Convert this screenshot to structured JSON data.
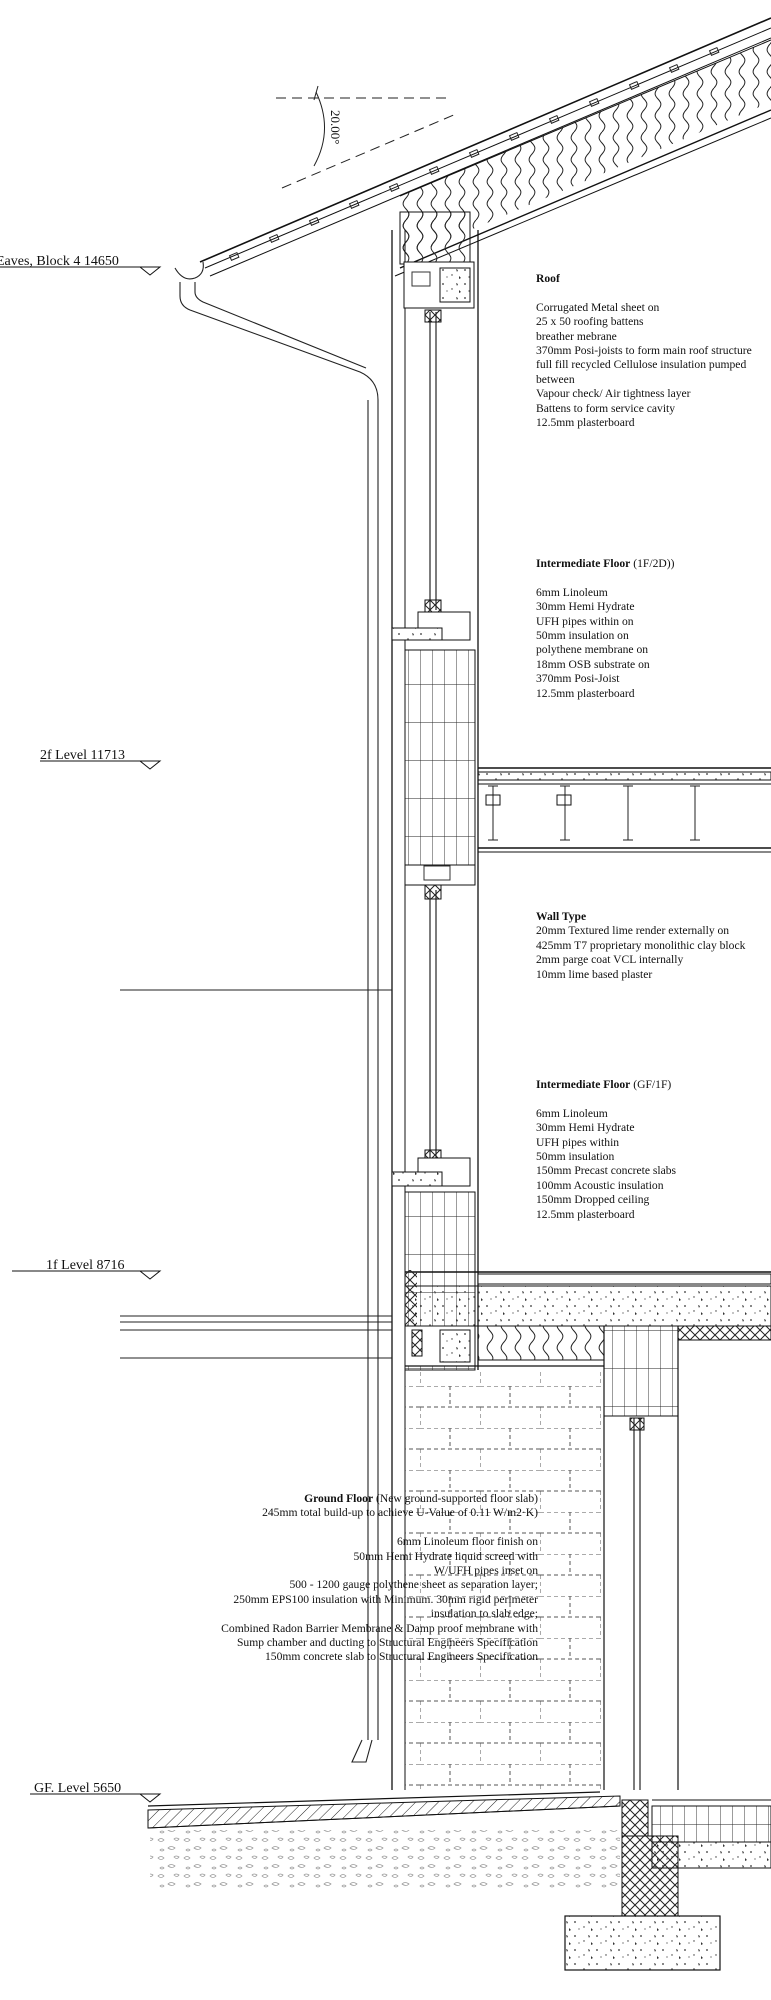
{
  "levels": {
    "eaves": "Eaves, Block 4  14650",
    "l2f": "2f Level  11713",
    "l1f": "1f Level  8716",
    "gf": "GF. Level  5650"
  },
  "roof_pitch": "20.00°",
  "notes": {
    "roof": {
      "heading": "Roof",
      "lines": [
        "Corrugated Metal sheet on",
        "25 x 50 roofing battens",
        "breather mebrane",
        "370mm Posi-joists to form main roof structure",
        "full fill recycled Cellulose insulation pumped",
        "between",
        "Vapour check/ Air tightness layer",
        "Battens to form service cavity",
        "12.5mm plasterboard"
      ]
    },
    "int_floor_1f2d": {
      "heading": "Intermediate Floor",
      "qualifier": " (1F/2D))",
      "lines": [
        "6mm Linoleum",
        "30mm Hemi Hydrate",
        "UFH pipes within on",
        "50mm insulation on",
        "polythene membrane on",
        "18mm OSB substrate on",
        "370mm Posi-Joist",
        "12.5mm plasterboard"
      ]
    },
    "wall": {
      "heading": "Wall Type",
      "lines": [
        "20mm Textured lime render externally on",
        "425mm T7 proprietary monolithic clay block",
        "2mm parge coat VCL internally",
        "10mm lime based plaster"
      ]
    },
    "int_floor_gf1f": {
      "heading": "Intermediate Floor",
      "qualifier": " (GF/1F)",
      "lines": [
        "6mm Linoleum",
        "30mm Hemi Hydrate",
        "UFH pipes within",
        "50mm insulation",
        "150mm Precast concrete slabs",
        "100mm Acoustic insulation",
        "150mm Dropped ceiling",
        "12.5mm plasterboard"
      ]
    },
    "ground_floor": {
      "heading": "Ground Floor",
      "qualifier": " (New ground-supported floor slab)",
      "sub": "245mm total build-up to achieve U-Value of 0.11 W/m2·K)",
      "lines": [
        "6mm Linoleum floor finish on",
        "50mm Hemi Hydrate liquid screed with",
        "W/UFH pipes inset on",
        "500 - 1200 gauge polythene sheet as separation layer;",
        "250mm EPS100 insulation with Minimum. 30mm rigid perimeter",
        "insulation to slab edge;",
        "Combined Radon Barrier Membrane & Damp proof membrane with",
        "Sump chamber and ducting to Structural Engineers Specification",
        "150mm concrete slab to Structural Engineers Specification"
      ]
    }
  }
}
